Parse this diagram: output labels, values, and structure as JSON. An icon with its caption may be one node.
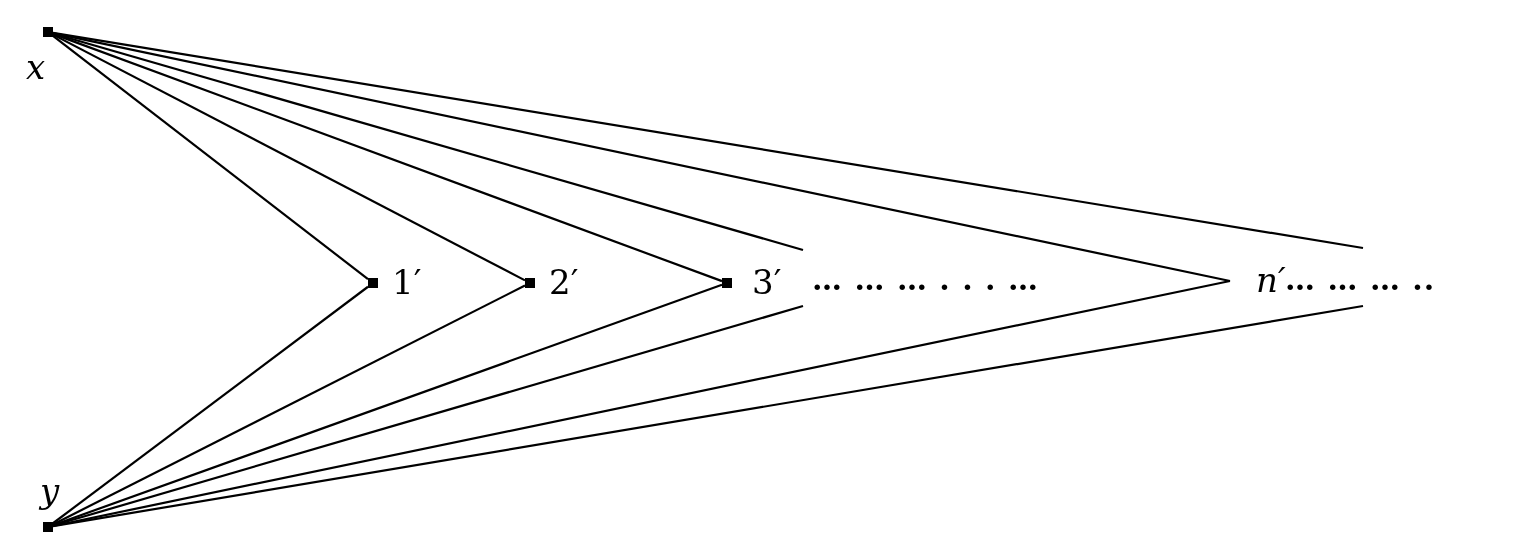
{
  "diagram": {
    "nodes": [
      {
        "text": [
          "x"
        ]
      },
      {
        "text": [
          "y"
        ]
      },
      {
        "text": [
          "1′"
        ]
      },
      {
        "text": [
          "2′"
        ]
      },
      {
        "text": [
          "3′"
        ]
      },
      {
        "text": [
          "n′"
        ]
      }
    ],
    "edges": [
      {
        "from": 0,
        "to": 2,
        "arrow": "none"
      },
      {
        "from": 0,
        "to": 3,
        "arrow": "none"
      },
      {
        "from": 0,
        "to": 4,
        "arrow": "none"
      },
      {
        "from": 0,
        "to": null,
        "arrow": "none"
      },
      {
        "from": 0,
        "to": 5,
        "arrow": "none"
      },
      {
        "from": 0,
        "to": null,
        "arrow": "none"
      },
      {
        "from": 1,
        "to": 2,
        "arrow": "none"
      },
      {
        "from": 1,
        "to": 3,
        "arrow": "none"
      },
      {
        "from": 1,
        "to": 4,
        "arrow": "none"
      },
      {
        "from": 1,
        "to": null,
        "arrow": "none"
      },
      {
        "from": 1,
        "to": 5,
        "arrow": "none"
      },
      {
        "from": 1,
        "to": null,
        "arrow": "none"
      }
    ],
    "labels": [
      "… … … . . . …",
      "… … … .."
    ]
  }
}
